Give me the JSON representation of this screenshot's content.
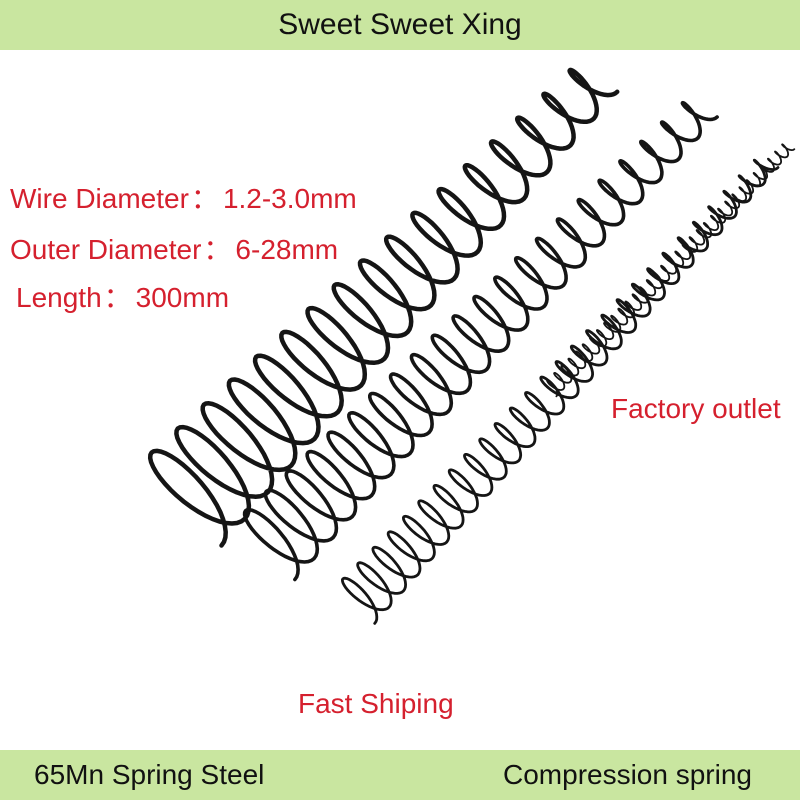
{
  "header": {
    "title": "Sweet Sweet Xing"
  },
  "specs": [
    {
      "label": "Wire Diameter",
      "value": "1.2-3.0mm"
    },
    {
      "label": "Outer Diameter",
      "value": "6-28mm"
    },
    {
      "label": "Length",
      "value": "300mm"
    }
  ],
  "callouts": {
    "factory": "Factory outlet",
    "shipping": "Fast Shiping"
  },
  "footer": {
    "material": "65Mn Spring Steel",
    "type": "Compression spring"
  },
  "colors": {
    "banner": "#c9e6a0",
    "accent_text": "#d5202e",
    "spring": "#151515"
  }
}
